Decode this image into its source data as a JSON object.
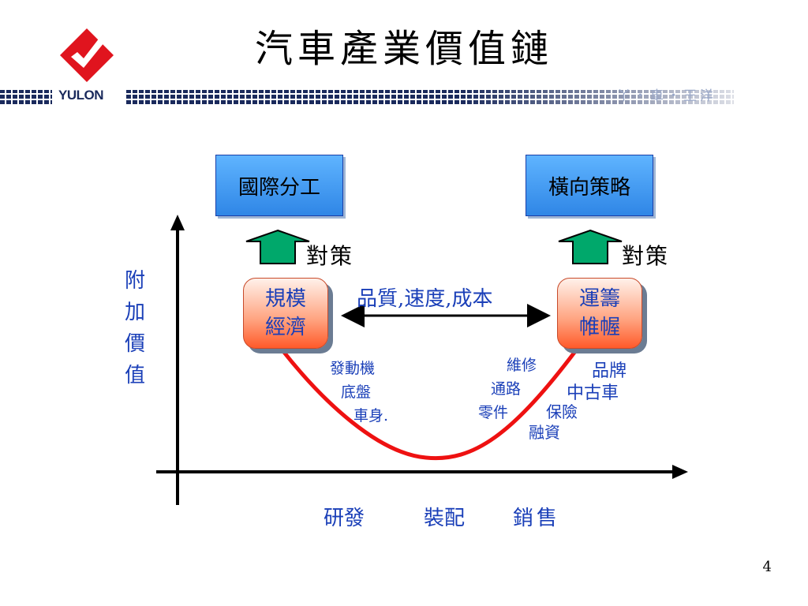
{
  "header": {
    "title": "汽車產業價值鏈",
    "brand": "YULON",
    "slogan": "丫・車・王洋"
  },
  "diagram": {
    "top_left_box": "國際分工",
    "top_right_box": "橫向策略",
    "left_counter": "對策",
    "right_counter": "對策",
    "left_pill": [
      "規模",
      "經濟"
    ],
    "right_pill": [
      "運籌",
      "帷幄"
    ],
    "middle_label": "品質,速度,成本",
    "y_axis_label": [
      "附",
      "加",
      "價",
      "值"
    ],
    "x_axis_labels": [
      "研發",
      "裝配",
      "銷售"
    ],
    "left_items": [
      "發動機",
      "底盤",
      "車身."
    ],
    "middle_items": [
      "維修",
      "通路",
      "零件"
    ],
    "right_items": [
      "品牌",
      "中古車",
      "保險",
      "融資"
    ]
  },
  "footer": {
    "page_number": "4"
  },
  "colors": {
    "axis": "#000000",
    "curve": "#ee1111",
    "text_blue": "#1a3fb8",
    "arrow_green": "#00a86b"
  }
}
